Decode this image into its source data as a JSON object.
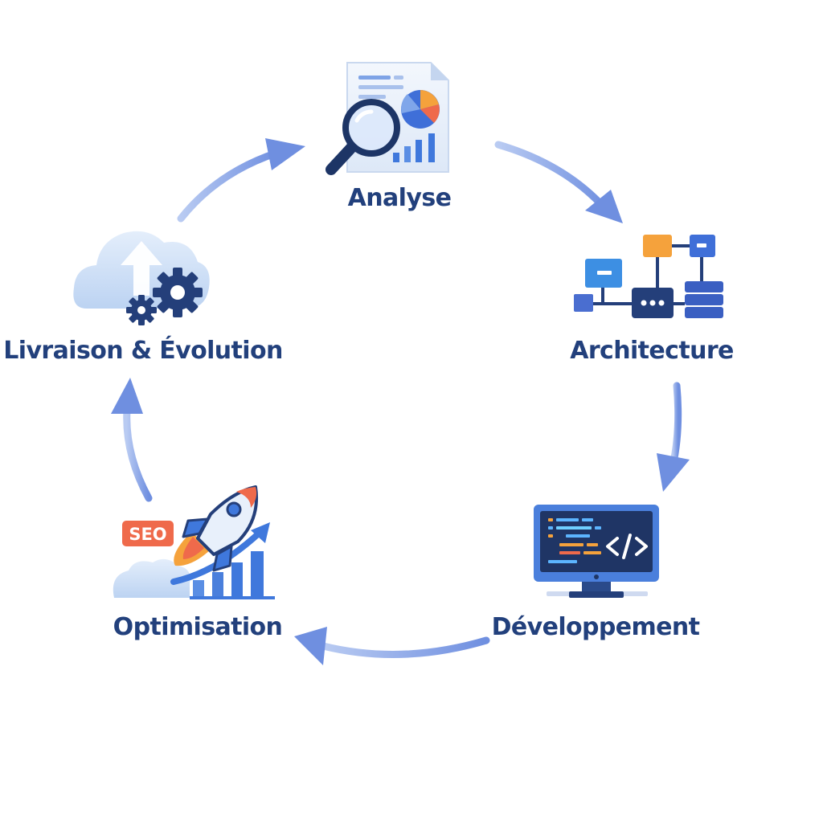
{
  "diagram": {
    "stages": [
      {
        "label": "Analyse",
        "icon": "report-magnifier-icon"
      },
      {
        "label": "Architecture",
        "icon": "system-blocks-icon"
      },
      {
        "label": "Développement",
        "icon": "code-monitor-icon"
      },
      {
        "label": "Optimisation",
        "icon": "rocket-growth-icon",
        "badge": "SEO"
      },
      {
        "label": "Livraison & Évolution",
        "icon": "cloud-gears-icon"
      }
    ],
    "flow": "clockwise-cycle"
  },
  "colors": {
    "label": "#22407c",
    "arrow": "#6f8fe0",
    "navy": "#243f7a",
    "blue": "#3f78dc",
    "light_blue": "#cfe0f7",
    "orange": "#f5a23c",
    "coral": "#ef6a4b"
  }
}
